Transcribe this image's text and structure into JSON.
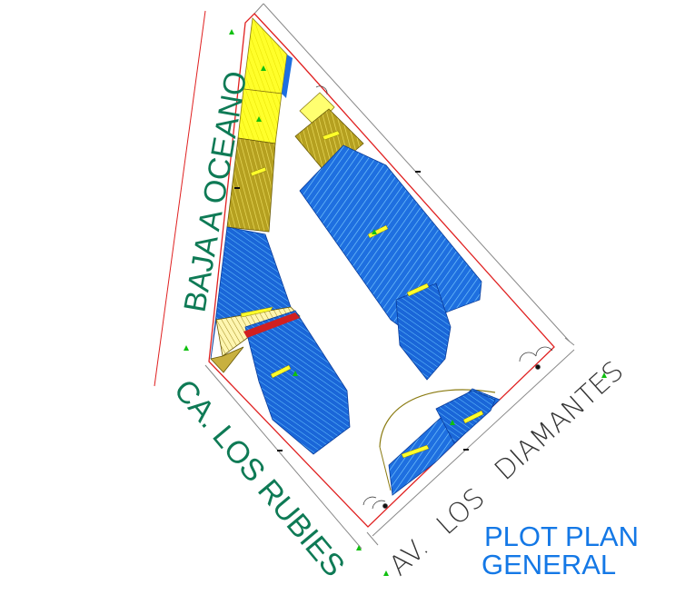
{
  "streets": {
    "north_west": "BAJA A OCEANO",
    "south_west": "CA. LOS RUBIES",
    "south_east_1": "AV.",
    "south_east_2": "LOS",
    "south_east_3": "DIAMANTES"
  },
  "title": {
    "line1": "PLOT PLAN",
    "line2": "GENERAL"
  },
  "colors": {
    "building_blue": "#1e6fe0",
    "building_hatch": "#7fd0ff",
    "yellow_block": "#ffff2a",
    "olive_block": "#b5a020",
    "boundary_red": "#e02020",
    "arrow_green": "#10c010",
    "street_text": "#0e7a55",
    "title_text": "#1478e6"
  }
}
